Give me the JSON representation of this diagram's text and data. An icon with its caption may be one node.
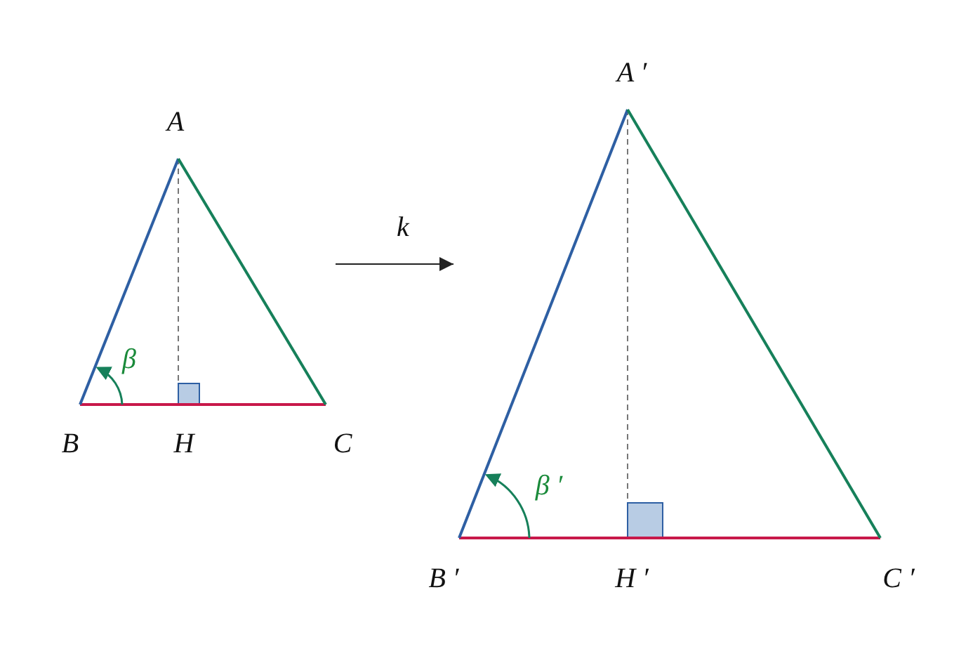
{
  "diagram": {
    "nodes": [
      {
        "text": [],
        "shape": "triangle"
      },
      {
        "text": [],
        "shape": "triangle"
      }
    ],
    "edges": [
      {
        "from": 0,
        "to": 1,
        "arrow": "to",
        "label": "k"
      }
    ],
    "labels": [
      "A ′",
      "A",
      "β",
      "B",
      "H",
      "C",
      "β ′",
      "B ′",
      "H ′",
      "C ′"
    ]
  }
}
